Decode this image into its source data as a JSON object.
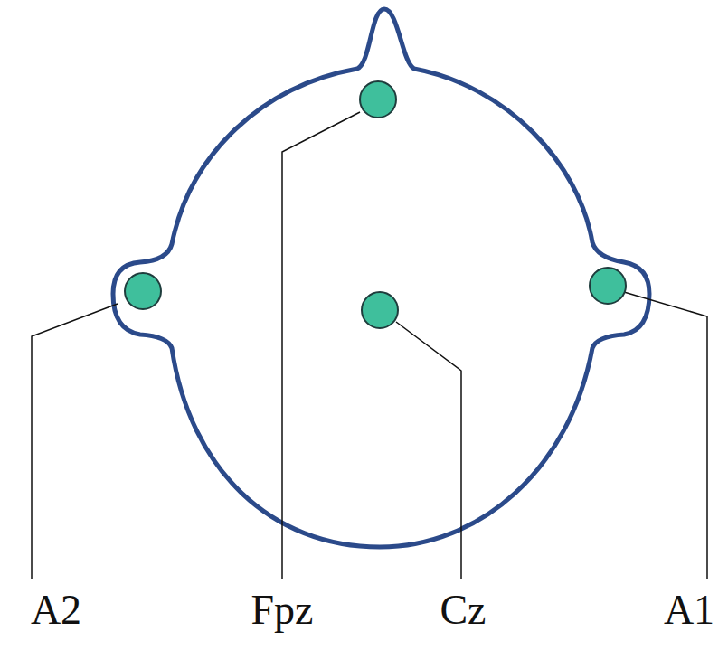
{
  "diagram": {
    "labels": [
      "A2",
      "Fpz",
      "Cz",
      "A1"
    ]
  }
}
